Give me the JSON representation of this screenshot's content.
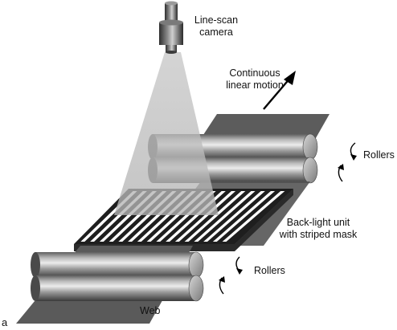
{
  "figure_tag": "a",
  "labels": {
    "camera": [
      "Line-scan",
      "camera"
    ],
    "motion": [
      "Continuous",
      "linear motion"
    ],
    "rollers_top": "Rollers",
    "backlight": [
      "Back-light unit",
      "with striped mask"
    ],
    "rollers_bottom": "Rollers",
    "web": "Web"
  },
  "mask": {
    "stripe_count": 16
  },
  "colors": {
    "web": "#5a5a5a",
    "roller_dark": "#3c3c3c",
    "roller_light": "#e4e4e4",
    "light_cone": "#bdbdbd",
    "mask_frame": "#1e1e1e",
    "mask_stripe": "#ffffff"
  }
}
